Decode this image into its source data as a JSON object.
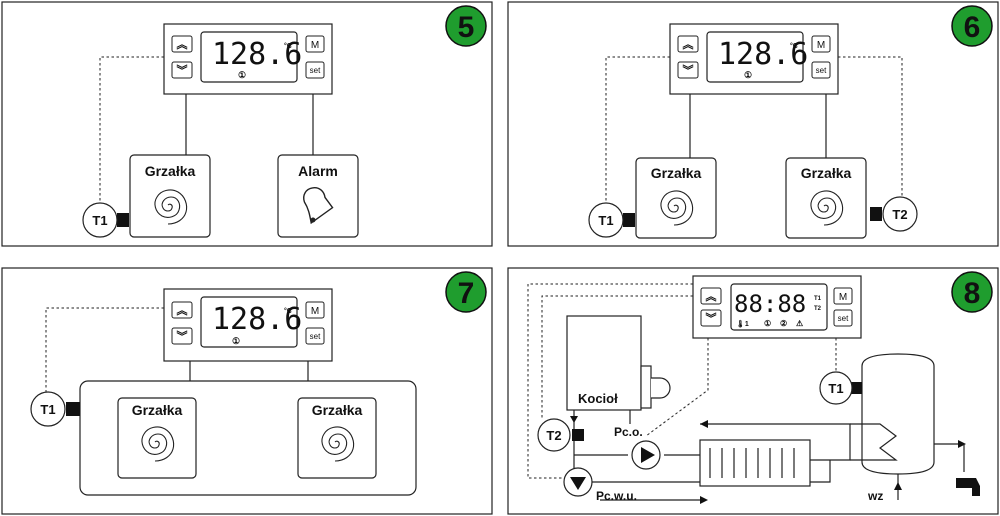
{
  "panels": {
    "p5": {
      "number": "5",
      "display": "128.6",
      "unit": "°C",
      "ind1": "①",
      "btn_m": "M",
      "btn_set": "set",
      "heater": "Grzałka",
      "alarm": "Alarm",
      "sensor": "T1"
    },
    "p6": {
      "number": "6",
      "display": "128.6",
      "unit": "°C",
      "ind1": "①",
      "btn_m": "M",
      "btn_set": "set",
      "heater1": "Grzałka",
      "heater2": "Grzałka",
      "sensor1": "T1",
      "sensor2": "T2"
    },
    "p7": {
      "number": "7",
      "display": "128.6",
      "unit": "°C",
      "ind1": "①",
      "btn_m": "M",
      "btn_set": "set",
      "heater1": "Grzałka",
      "heater2": "Grzałka",
      "sensor": "T1"
    },
    "p8": {
      "number": "8",
      "display": "88:88",
      "t1": "T1",
      "t2": "T2",
      "ind_therm": "🌡1",
      "ind1": "①",
      "ind2": "②",
      "ind_warn": "⚠",
      "btn_m": "M",
      "btn_set": "set",
      "boiler": "Kocioł",
      "sensor1": "T1",
      "sensor2": "T2",
      "pump_co": "Pc.o.",
      "pump_cwu": "Pc.w.u.",
      "inlet": "wz"
    }
  },
  "colors": {
    "badge": "#1f9d2e",
    "line": "#222222"
  }
}
